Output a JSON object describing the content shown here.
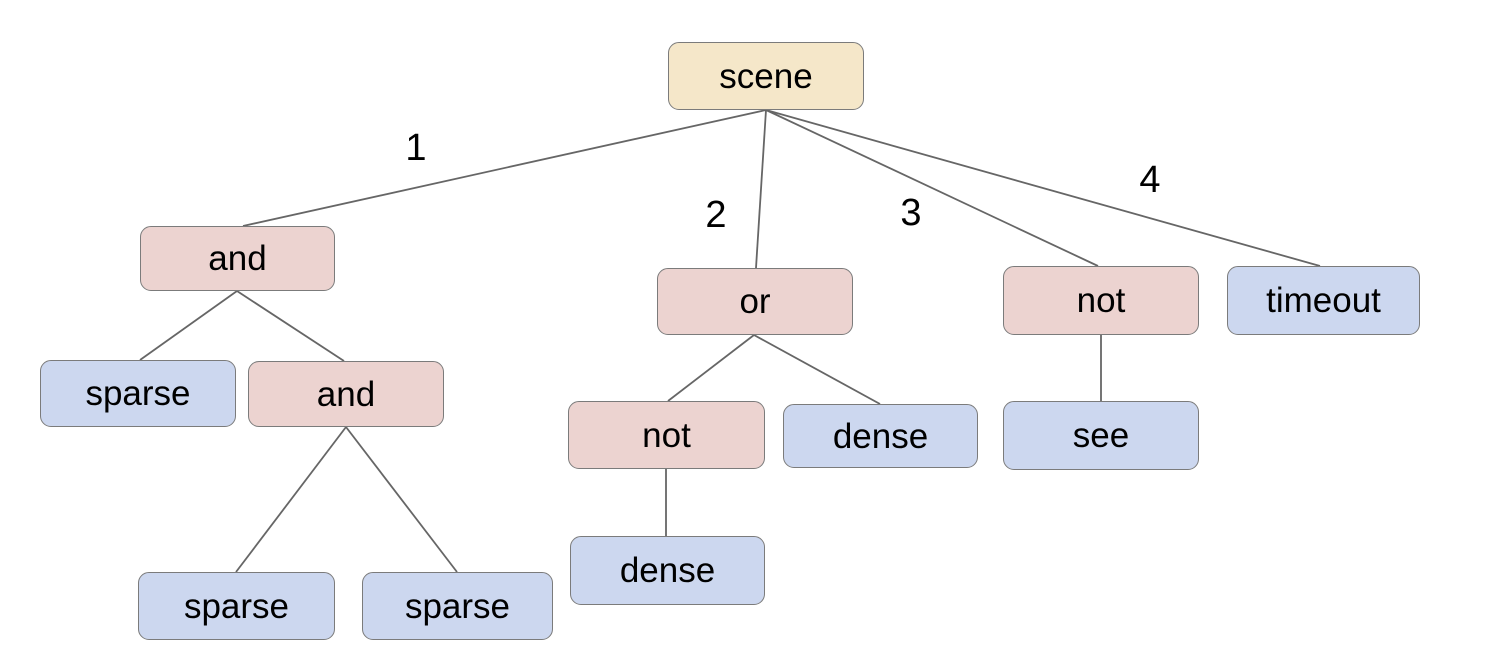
{
  "colors": {
    "root": "#f5e7c9",
    "operator": "#ecd3d0",
    "leaf": "#ccd7ef",
    "border": "#7b7b7b",
    "edge": "#666666",
    "text": "#000000"
  },
  "nodes": [
    {
      "id": "scene",
      "label": "scene",
      "kind": "root",
      "parent": null,
      "edge_label": ""
    },
    {
      "id": "and-1",
      "label": "and",
      "kind": "operator",
      "parent": "scene",
      "edge_label": "1"
    },
    {
      "id": "or-1",
      "label": "or",
      "kind": "operator",
      "parent": "scene",
      "edge_label": "2"
    },
    {
      "id": "not-1",
      "label": "not",
      "kind": "operator",
      "parent": "scene",
      "edge_label": "3"
    },
    {
      "id": "timeout-1",
      "label": "timeout",
      "kind": "leaf",
      "parent": "scene",
      "edge_label": "4"
    },
    {
      "id": "sparse-1",
      "label": "sparse",
      "kind": "leaf",
      "parent": "and-1",
      "edge_label": ""
    },
    {
      "id": "and-2",
      "label": "and",
      "kind": "operator",
      "parent": "and-1",
      "edge_label": ""
    },
    {
      "id": "sparse-2",
      "label": "sparse",
      "kind": "leaf",
      "parent": "and-2",
      "edge_label": ""
    },
    {
      "id": "sparse-3",
      "label": "sparse",
      "kind": "leaf",
      "parent": "and-2",
      "edge_label": ""
    },
    {
      "id": "not-2",
      "label": "not",
      "kind": "operator",
      "parent": "or-1",
      "edge_label": ""
    },
    {
      "id": "dense-1",
      "label": "dense",
      "kind": "leaf",
      "parent": "or-1",
      "edge_label": ""
    },
    {
      "id": "dense-2",
      "label": "dense",
      "kind": "leaf",
      "parent": "not-2",
      "edge_label": ""
    },
    {
      "id": "see-1",
      "label": "see",
      "kind": "leaf",
      "parent": "not-1",
      "edge_label": ""
    }
  ]
}
